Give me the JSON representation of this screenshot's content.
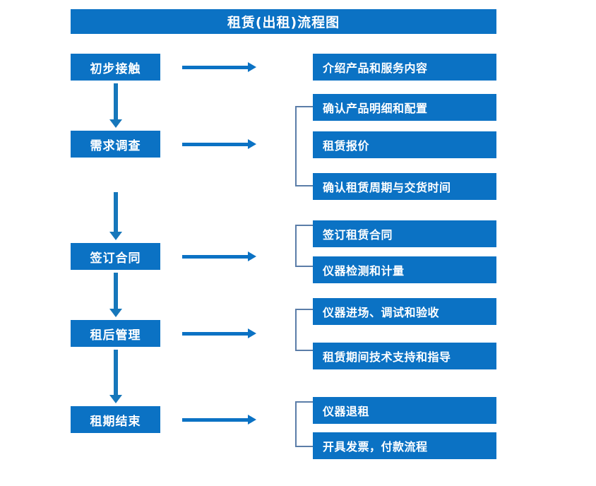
{
  "diagram": {
    "title": "租赁(出租)流程图",
    "colors": {
      "box_blue": "#0b72c4",
      "arrow_blue": "#1677bb",
      "bracket_gray_blue": "#5b7da8",
      "text_white": "#ffffff",
      "background": "#ffffff"
    },
    "stages": [
      {
        "label": "初步接触"
      },
      {
        "label": "需求调查"
      },
      {
        "label": "签订合同"
      },
      {
        "label": "租后管理"
      },
      {
        "label": "租期结束"
      }
    ],
    "details": [
      {
        "label": "介绍产品和服务内容"
      },
      {
        "label": "确认产品明细和配置"
      },
      {
        "label": "租赁报价"
      },
      {
        "label": "确认租赁周期与交货时间"
      },
      {
        "label": "签订租赁合同"
      },
      {
        "label": "仪器检测和计量"
      },
      {
        "label": "仪器进场、调试和验收"
      },
      {
        "label": "租赁期间技术支持和指导"
      },
      {
        "label": "仪器退租"
      },
      {
        "label": "开具发票，付款流程"
      }
    ]
  }
}
